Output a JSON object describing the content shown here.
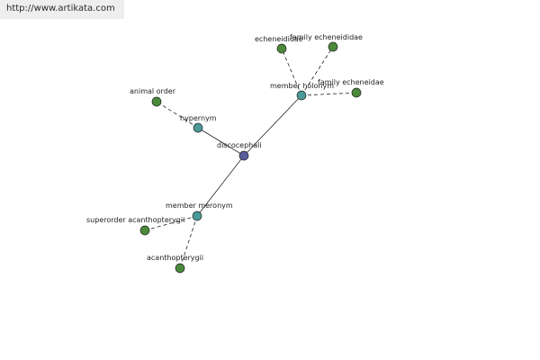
{
  "header": {
    "url": "http://www.artikata.com"
  },
  "colors": {
    "center": "#5a5e9e",
    "relation": "#4a9a9a",
    "leaf": "#4a8a3a"
  },
  "graph": {
    "center": {
      "id": "c",
      "label": "discocephali"
    },
    "relations": [
      {
        "id": "hyp",
        "label": "hypernym"
      },
      {
        "id": "hol",
        "label": "member holonym"
      },
      {
        "id": "mer",
        "label": "member meronym"
      }
    ],
    "leaves": [
      {
        "id": "l1",
        "parent": "hyp",
        "label": "animal order"
      },
      {
        "id": "l2",
        "parent": "hol",
        "label": "echeneididae"
      },
      {
        "id": "l3",
        "parent": "hol",
        "label": "family echeneididae"
      },
      {
        "id": "l4",
        "parent": "hol",
        "label": "family echeneidae"
      },
      {
        "id": "l5",
        "parent": "mer",
        "label": "superorder acanthopterygii"
      },
      {
        "id": "l6",
        "parent": "mer",
        "label": "acanthopterygii"
      }
    ]
  }
}
